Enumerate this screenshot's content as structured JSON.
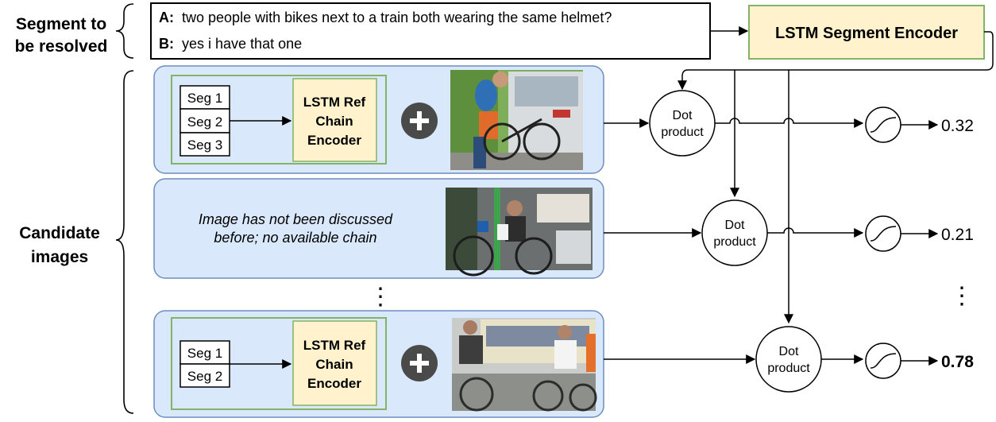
{
  "segment_label": {
    "line1": "Segment to",
    "line2": "be resolved"
  },
  "candidate_label": {
    "line1": "Candidate",
    "line2": "images"
  },
  "dialogue": {
    "a_speaker": "A:",
    "a_text": "two people with bikes next to a train both wearing the same helmet?",
    "b_speaker": "B:",
    "b_text": "yes i have that one"
  },
  "segment_encoder": {
    "label": "LSTM Segment Encoder",
    "color": "#FFF2CC"
  },
  "ref_encoder": {
    "line1": "LSTM Ref",
    "line2": "Chain",
    "line3": "Encoder"
  },
  "candidates": [
    {
      "segments": [
        "Seg 1",
        "Seg 2",
        "Seg 3"
      ],
      "score": "0.32",
      "image": "cyclist-loading-bike-onto-bus"
    },
    {
      "note_line1": "Image has not been discussed",
      "note_line2": "before; no available chain",
      "score": "0.21",
      "image": "cyclist-with-bike-inside-train"
    },
    {
      "segments": [
        "Seg 1",
        "Seg 2"
      ],
      "score": "0.78",
      "image": "two-cyclists-with-helmets-next-to-train"
    }
  ],
  "dot_product": {
    "line1": "Dot",
    "line2": "product"
  },
  "ellipsis": "⋮",
  "colors": {
    "panel_fill": "#DAE8FC",
    "panel_stroke": "#6C8EBF",
    "inner_stroke": "#82B366",
    "encoder_fill": "#FFF2CC"
  }
}
